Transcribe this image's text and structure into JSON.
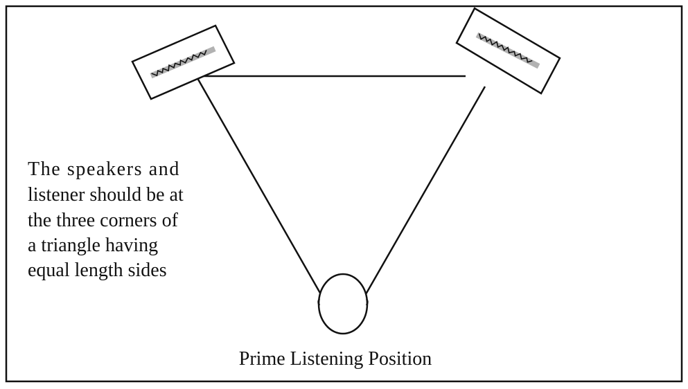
{
  "note": {
    "lines": [
      "The speakers and",
      "listener should be at",
      "the three corners of",
      "a triangle having",
      "equal length sides"
    ]
  },
  "position_label": "Prime Listening Position",
  "speakers": {
    "left_icon": "speaker-box-icon",
    "right_icon": "speaker-box-icon"
  },
  "listener_icon": "listener-head-icon",
  "colors": {
    "stroke": "#111111",
    "background": "#ffffff"
  }
}
